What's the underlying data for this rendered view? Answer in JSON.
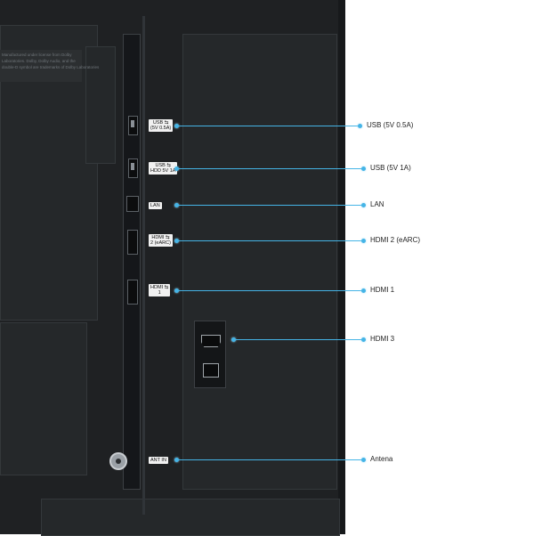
{
  "colors": {
    "tv_body": "#1f2123",
    "accent_line": "#45b4e6",
    "background": "#ffffff"
  },
  "sticker": {
    "lines": [
      "Manufactured under license from Dolby",
      "Laboratories. Dolby, Dolby Audio, and the",
      "double-D symbol are trademarks of Dolby Laboratories"
    ]
  },
  "ports": [
    {
      "id": "usb-1",
      "tag": "USB ⇆\n(5V 0.5A)",
      "callout": "USB (5V 0.5A)",
      "icon": "usb-port-icon"
    },
    {
      "id": "usb-2",
      "tag": "USB ⇆\nHDD 5V 1A",
      "callout": "USB (5V 1A)",
      "icon": "usb-port-icon"
    },
    {
      "id": "lan",
      "tag": "LAN",
      "callout": "LAN",
      "icon": "ethernet-port-icon"
    },
    {
      "id": "hdmi-2",
      "tag": "HDMI ⇆\n2 (eARC)",
      "callout": "HDMI 2 (eARC)",
      "icon": "hdmi-port-icon"
    },
    {
      "id": "hdmi-1",
      "tag": "HDMI ⇆\n1",
      "callout": "HDMI 1",
      "icon": "hdmi-port-icon"
    },
    {
      "id": "hdmi-3",
      "tag": "",
      "callout": "HDMI 3",
      "icon": "hdmi-port-icon"
    },
    {
      "id": "antenna",
      "tag": "ANT IN",
      "callout": "Antena",
      "icon": "coax-antenna-icon"
    }
  ]
}
